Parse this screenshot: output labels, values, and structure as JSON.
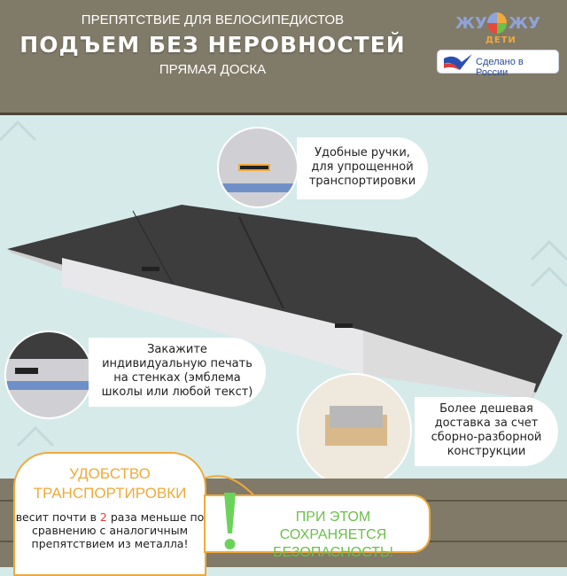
{
  "header": {
    "subtitle": "ПРЕПЯТСТВИЕ ДЛЯ ВЕЛОСИПЕДИСТОВ",
    "title": "ПОДЪЕМ БЕЗ НЕРОВНОСТЕЙ",
    "subtitle2": "ПРЯМАЯ ДОСКА",
    "logo": {
      "word1": "ЖУ",
      "word2": "ЖУ",
      "deti": "ДЕТИ"
    },
    "made_in_russia": "Сделано в России"
  },
  "callouts": {
    "handles": "Удобные ручки, для упрощенной транспортировки",
    "print": "Закажите индивидуальную печать на стенках (эмблема школы или любой текст)",
    "delivery": "Более дешевая доставка за счет сборно-разборной конструкции"
  },
  "transport": {
    "title": "УДОБСТВО ТРАНСПОРТИРОВКИ",
    "text_before": "весит почти в ",
    "highlight": "2",
    "text_after": " раза меньше по сравнению с аналогичным препятствием из металла!"
  },
  "safety": {
    "text": "ПРИ ЭТОМ СОХРАНЯЕТСЯ БЕЗОПАСНОСТЬ!"
  },
  "colors": {
    "brown": "#807a68",
    "orange": "#f0a93a",
    "green": "#6cbf4a",
    "sky": "#d6eaea"
  }
}
